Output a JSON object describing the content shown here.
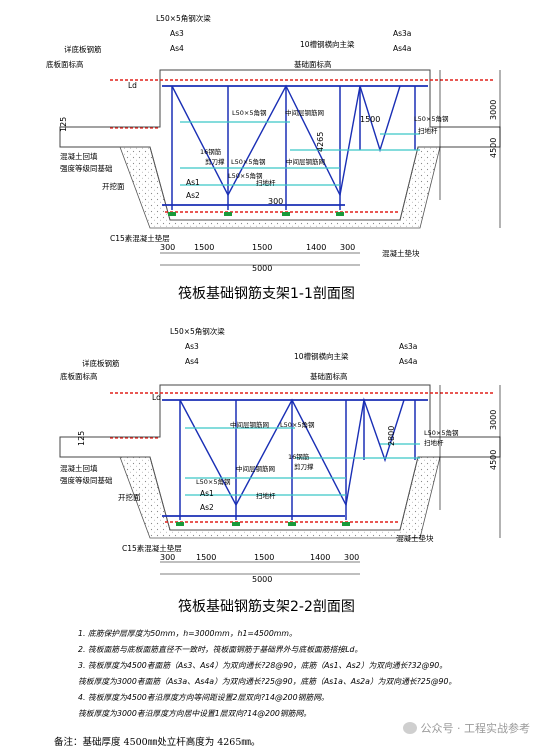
{
  "labels": {
    "l50_secondary": "L50×5角钢次梁",
    "as3": "As3",
    "as4": "As4",
    "as3a": "As3a",
    "as4a": "As4a",
    "detail_rebar": "详底板钢筋",
    "slab_bottom_elev": "底板面标高",
    "ld": "Ld",
    "channel_main": "10槽钢横向主梁",
    "foundation_top_elev": "基础面标高",
    "l50_angle": "L50×5角钢",
    "middle_mesh": "中间层钢筋网",
    "l50_angle_b": "L50×5角钢",
    "rebar16": "16钢筋",
    "scissor": "剪刀撑",
    "backfill_1": "混凝土回填",
    "backfill_2": "强度等级同基础",
    "excavation": "开挖面",
    "as1": "As1",
    "as2": "As2",
    "c15": "C15素混凝土垫层",
    "sweep_pole": "扫地杆",
    "concrete_pad": "混凝土垫块",
    "dim_300": "300",
    "dim_1500": "1500",
    "dim_1400": "1400",
    "dim_5000": "5000",
    "dim_3000": "3000",
    "dim_4500": "4500",
    "dim_4265": "4265",
    "dim_2800": "2800",
    "dim_125": "125"
  },
  "titles": {
    "section1": "筏板基础钢筋支架1-1剖面图",
    "section2": "筏板基础钢筋支架2-2剖面图"
  },
  "notes": [
    "1. 底筋保护层厚度为50mm，h=3000mm，h1=4500mm。",
    "2. 筏板面筋与底板面筋直径不一致时，筏板面钢筋于基础界外与底板面筋搭接Ld。",
    "3. 筏板厚度为4500者面筋（As3、As4）为双向通长?28@90，底筋（As1、As2）为双向通长?32@90。",
    "   筏板厚度为3000者面筋（As3a、As4a）为双向通长?25@90，底筋（As1a、As2a）为双向通长?25@90。",
    "4. 筏板厚度为4500者沿厚度方向等间距设置2层双向?14@200钢筋网。",
    "   筏板厚度为3000者沿厚度方向居中设置1层双向?14@200钢筋网。"
  ],
  "remark": "备注：基础厚度 4500㎜处立杆高度为 4265㎜。",
  "watermark": "公众号 · 工程实战参考",
  "colors": {
    "steel": "#1a2fb5",
    "rebar": "#e0201a",
    "cyan": "#3bc6c6",
    "concrete": "#555555",
    "green": "#1a9a3a"
  }
}
